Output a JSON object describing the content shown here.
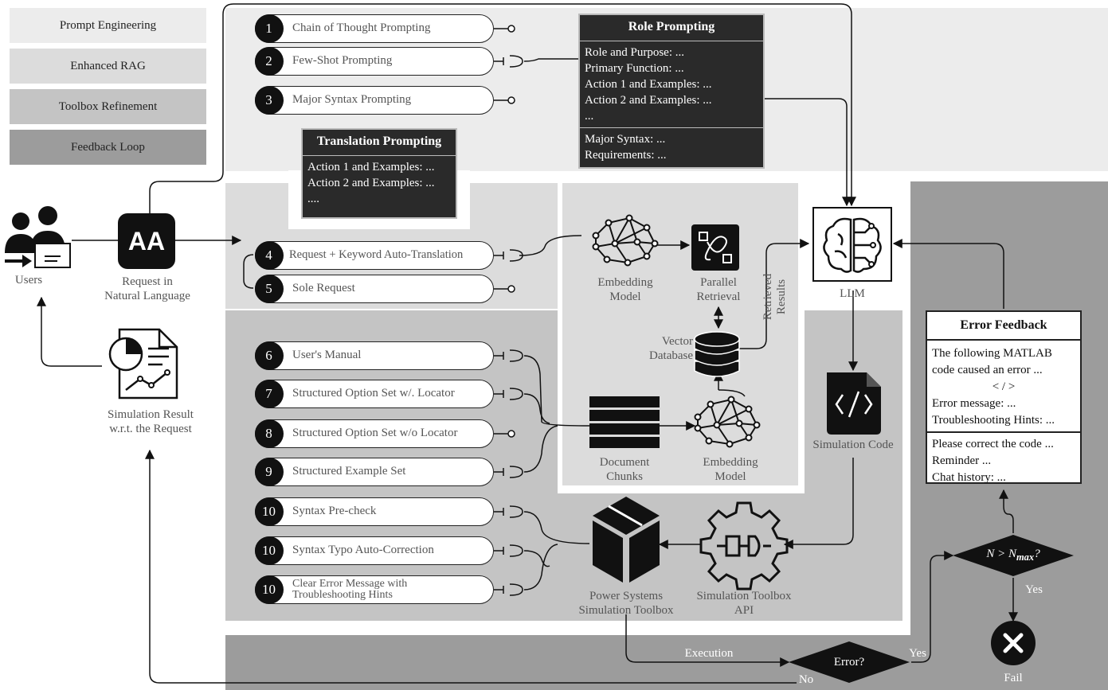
{
  "legend": {
    "items": [
      {
        "label": "Prompt Engineering",
        "color": "#ececec"
      },
      {
        "label": "Enhanced RAG",
        "color": "#dcdcdc"
      },
      {
        "label": "Toolbox Refinement",
        "color": "#c4c4c4"
      },
      {
        "label": "Feedback Loop",
        "color": "#9c9c9c"
      }
    ]
  },
  "prompting": {
    "items": [
      {
        "num": "1",
        "label": "Chain of Thought Prompting"
      },
      {
        "num": "2",
        "label": "Few-Shot Prompting"
      },
      {
        "num": "3",
        "label": "Major Syntax Prompting"
      }
    ],
    "role": {
      "title": "Role Prompting",
      "lines": [
        "Role and Purpose: ...",
        "Primary Function: ...",
        "Action 1 and Examples: ...",
        "Action 2 and Examples: ...",
        "..."
      ],
      "lines2": [
        "Major Syntax: ...",
        "Requirements: ..."
      ]
    },
    "translation": {
      "title": "Translation Prompting",
      "lines": [
        "Action 1 and Examples: ...",
        "Action 2 and Examples: ...",
        "...."
      ]
    }
  },
  "rag": {
    "items": [
      {
        "num": "4",
        "label": "Request + Keyword Auto-Translation"
      },
      {
        "num": "5",
        "label": "Sole Request"
      }
    ],
    "embedding_model_top": "Embedding\nModel",
    "parallel_retrieval": "Parallel\nRetrieval",
    "vector_database": "Vector\nDatabase",
    "retrieved_results": "Retrieved\nResults",
    "document_chunks": "Document\nChunks",
    "embedding_model_bottom": "Embedding\nModel"
  },
  "toolbox": {
    "items": [
      {
        "num": "6",
        "label": "User's Manual"
      },
      {
        "num": "7",
        "label": "Structured Option Set w/. Locator"
      },
      {
        "num": "8",
        "label": "Structured Option Set w/o Locator"
      },
      {
        "num": "9",
        "label": "Structured Example Set"
      },
      {
        "num": "10",
        "label": "Syntax Pre-check"
      },
      {
        "num": "10",
        "label": "Syntax Typo Auto-Correction"
      },
      {
        "num": "10",
        "label": "Clear Error Message with\nTroubleshooting Hints"
      }
    ],
    "power_toolbox": "Power Systems\nSimulation Toolbox",
    "api": "Simulation Toolbox\nAPI",
    "sim_code": "Simulation Code"
  },
  "left": {
    "users": "Users",
    "request": "Request in\nNatural Language",
    "result": "Simulation Result\nw.r.t. the Request",
    "aa_icon_text": "AA"
  },
  "llm": "LLM",
  "feedback": {
    "title": "Error Feedback",
    "lines": [
      "The following MATLAB",
      "code caused an error ...",
      "< / >",
      "Error message: ...",
      "Troubleshooting Hints: ..."
    ],
    "lines2": [
      "Please correct the code ...",
      "Reminder ...",
      "Chat history: ..."
    ],
    "decision_n_base": "N > N",
    "decision_n_sub": "max",
    "decision_n_suffix": "?",
    "yes1": "Yes",
    "fail": "Fail",
    "execution": "Execution",
    "error_q": "Error?",
    "no": "No",
    "yes2": "Yes"
  }
}
